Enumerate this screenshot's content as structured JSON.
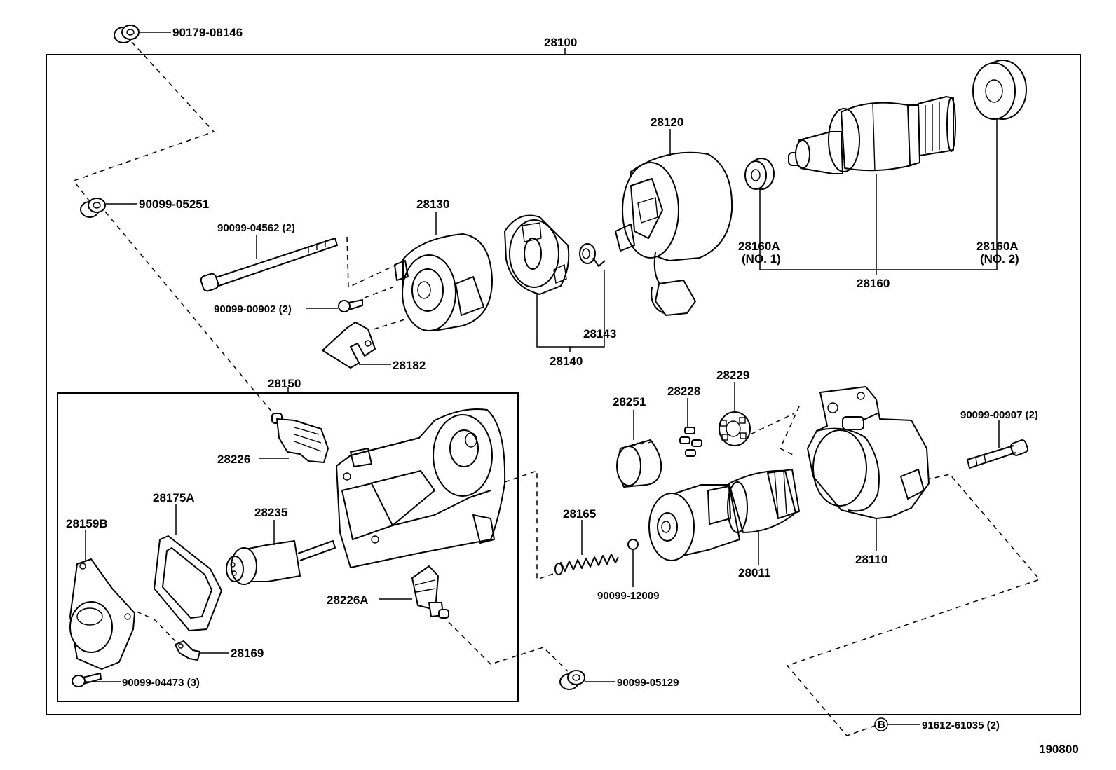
{
  "labels": {
    "l_90179_08146": "90179-08146",
    "l_28100": "28100",
    "l_90099_05251": "90099-05251",
    "l_90099_04562": "90099-04562 (2)",
    "l_28130": "28130",
    "l_28120": "28120",
    "l_28160a_1": "28160A",
    "l_no1": "(NO. 1)",
    "l_28160a_2": "28160A",
    "l_no2": "(NO. 2)",
    "l_28160": "28160",
    "l_90099_00902": "90099-00902 (2)",
    "l_28143": "28143",
    "l_28140": "28140",
    "l_28182": "28182",
    "l_28150": "28150",
    "l_28251": "28251",
    "l_28228": "28228",
    "l_28229": "28229",
    "l_90099_00907": "90099-00907 (2)",
    "l_28226": "28226",
    "l_28175a": "28175A",
    "l_28159b": "28159B",
    "l_28235": "28235",
    "l_28165": "28165",
    "l_28011": "28011",
    "l_28110": "28110",
    "l_28226a": "28226A",
    "l_90099_12009": "90099-12009",
    "l_28169": "28169",
    "l_90099_04473": "90099-04473 (3)",
    "l_90099_05129": "90099-05129",
    "l_b": "B",
    "l_91612_61035": "91612-61035 (2)",
    "l_190800": "190800"
  }
}
